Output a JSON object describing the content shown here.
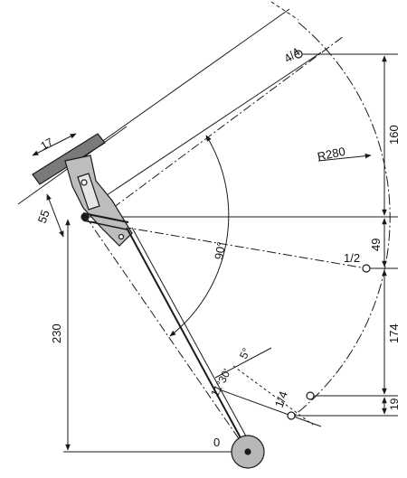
{
  "diagram": {
    "labels": {
      "quarter_4": "4/4",
      "half": "1/2",
      "quarter_1": "1/4",
      "zero": "0",
      "radius": "R280",
      "right_angle": "90°",
      "angle_small": "5°",
      "angle_tilt": "11°30'",
      "dim_17": "17",
      "dim_55": "55",
      "dim_230": "230",
      "dim_160": "160",
      "dim_49": "49",
      "dim_174": "174",
      "dim_19": "19"
    },
    "colors": {
      "line": "#1a1a1a",
      "hub_fill": "#b8b8b8",
      "plate_fill": "#7a7a7a"
    }
  }
}
